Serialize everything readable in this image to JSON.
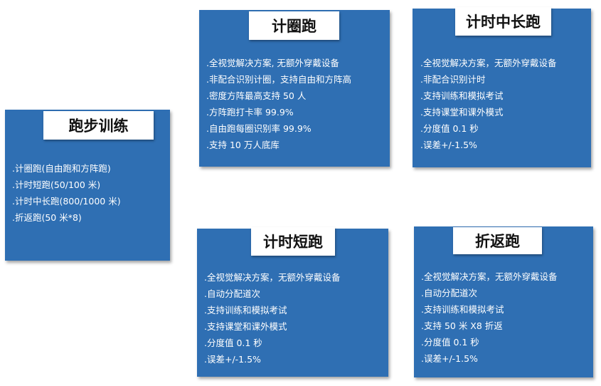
{
  "cards": {
    "paobu": {
      "title": "跑步训练",
      "items": [
        ".计圈跑(自由跑和方阵跑)",
        ".计时短跑(50/100 米)",
        ".计时中长跑(800/1000 米)",
        ".折返跑(50 米*8)"
      ]
    },
    "quanpao": {
      "title": "计圈跑",
      "items": [
        ".全视觉解决方案,   无额外穿戴设备",
        ".非配合识别计圈，支持自由和方阵高",
        ".密度方阵最高支持 50 人",
        ".方阵跑打卡率 99.9%",
        ".自由跑每圈识别率 99.9%",
        ".支持 10 万人底库"
      ]
    },
    "zhongchang": {
      "title": "计时中长跑",
      "items": [
        ".全视觉解决方案，无额外穿戴设备",
        ".非配合识别计时",
        ".支持训练和模拟考试",
        ".支持课堂和课外模式",
        ".分度值 0.1 秒",
        ".误差+/-1.5%"
      ]
    },
    "duanpao": {
      "title": "计时短跑",
      "items": [
        ".全视觉解决方案，无额外穿戴设备",
        ".自动分配道次",
        ".支持训练和模拟考试",
        ".支持课堂和课外模式",
        ".分度值 0.1 秒",
        ".误差+/-1.5%"
      ]
    },
    "zhefan": {
      "title": "折返跑",
      "items": [
        ".全视觉解决方案，无额外穿戴设备",
        ".自动分配道次",
        ".支持训练和模拟考试",
        ".支持 50 米 X8 折返",
        ".分度值 0.1 秒",
        ".误差+/-1.5%"
      ]
    }
  },
  "colors": {
    "card_background": "#2f6fb3",
    "title_background": "#ffffff",
    "item_text": "#ffffff"
  }
}
